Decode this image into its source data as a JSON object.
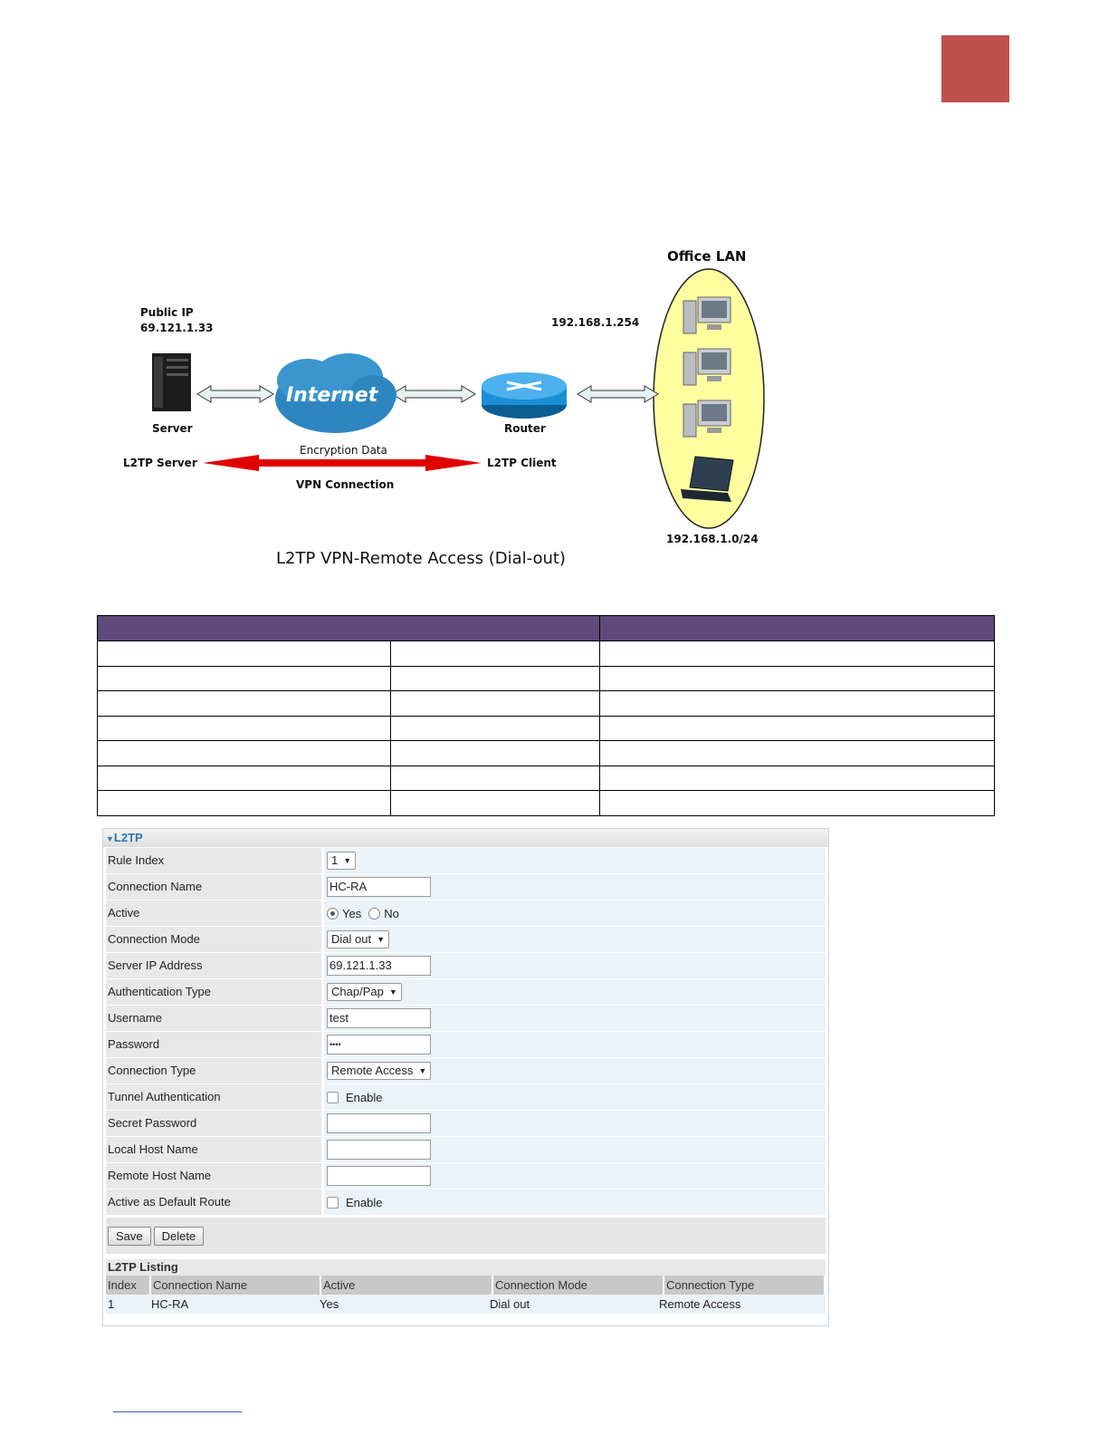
{
  "diagram": {
    "public_ip_label": "Public IP",
    "public_ip": "69.121.1.33",
    "server_label": "Server",
    "internet_label": "Internet",
    "router_label": "Router",
    "router_ip": "192.168.1.254",
    "office_lan": "Office LAN",
    "lan_subnet": "192.168.1.0/24",
    "l2tp_server": "L2TP Server",
    "l2tp_client": "L2TP Client",
    "encryption_data": "Encryption Data",
    "vpn_connection": "VPN Connection",
    "caption": "L2TP VPN-Remote Access (Dial-out)"
  },
  "colors": {
    "corner_box": "#c0504d",
    "table_header": "#5f4a7b",
    "internet_cloud": "#2e86c1",
    "router": "#1b8fd6",
    "lan_ellipse": "#ffffa0",
    "vpn_arrow": "#e00000"
  },
  "l2tp": {
    "title": "L2TP",
    "rows": [
      {
        "label": "Rule Index",
        "value": "1"
      },
      {
        "label": "Connection Name",
        "value": "HC-RA"
      },
      {
        "label": "Active",
        "yes": "Yes",
        "no": "No",
        "selected": "Yes"
      },
      {
        "label": "Connection Mode",
        "value": "Dial out"
      },
      {
        "label": "Server IP Address",
        "value": "69.121.1.33"
      },
      {
        "label": "Authentication Type",
        "value": "Chap/Pap"
      },
      {
        "label": "Username",
        "value": "test"
      },
      {
        "label": "Password",
        "value": "••••"
      },
      {
        "label": "Connection Type",
        "value": "Remote Access"
      },
      {
        "label": "Tunnel Authentication",
        "value": "Enable"
      },
      {
        "label": "Secret Password",
        "value": ""
      },
      {
        "label": "Local Host Name",
        "value": ""
      },
      {
        "label": "Remote Host Name",
        "value": ""
      },
      {
        "label": "Active as Default Route",
        "value": "Enable"
      }
    ],
    "save_label": "Save",
    "delete_label": "Delete",
    "listing": {
      "title": "L2TP Listing",
      "headers": [
        "Index",
        "Connection Name",
        "Active",
        "Connection Mode",
        "Connection Type"
      ],
      "rows": [
        [
          "1",
          "HC-RA",
          "Yes",
          "Dial out",
          "Remote Access"
        ]
      ]
    }
  }
}
